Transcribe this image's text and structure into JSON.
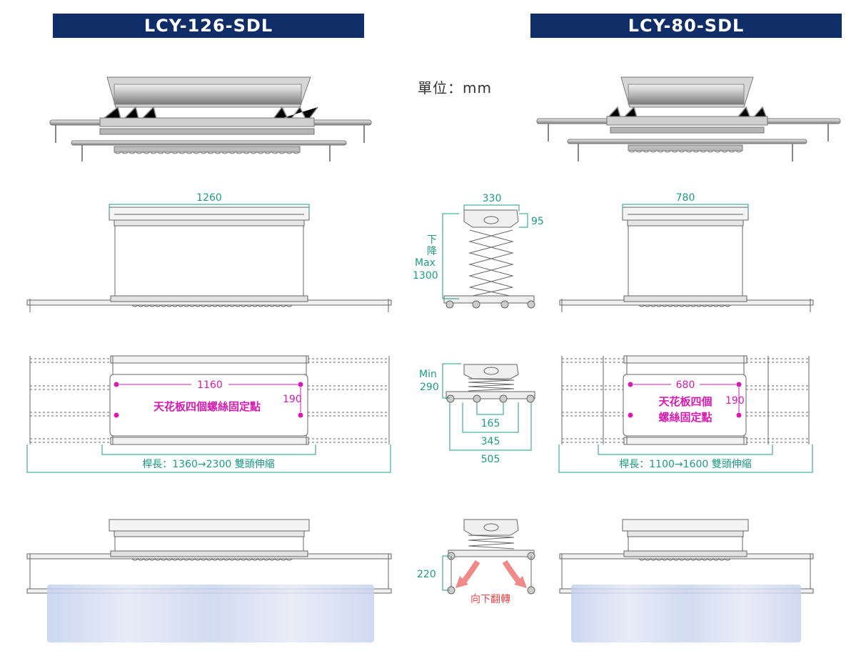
{
  "models": {
    "left": "LCY-126-SDL",
    "right": "LCY-80-SDL"
  },
  "unit_label": "單位：mm",
  "left_dims": {
    "width": "1260",
    "mount_width": "1160",
    "mount_depth": "190",
    "mount_label": "天花板四個螺絲固定點",
    "rod_length": "桿長：1360→2300 雙頭伸縮"
  },
  "right_dims": {
    "width": "780",
    "mount_width": "680",
    "mount_depth": "190",
    "mount_label_1": "天花板四個",
    "mount_label_2": "螺絲固定點",
    "rod_length": "桿長：1100→1600 雙頭伸縮"
  },
  "center_dims": {
    "top_width": "330",
    "top_height": "95",
    "drop_1": "下",
    "drop_2": "降",
    "drop_max": "Max",
    "drop_value": "1300",
    "min_label": "Min",
    "min_value": "290",
    "w165": "165",
    "w345": "345",
    "w505": "505",
    "flip_height": "220",
    "flip_label": "向下翻轉"
  },
  "colors": {
    "banner": "#0f2d66",
    "dimension": "#1e9b85",
    "mount_points": "#d81bb0",
    "flip_arrow": "#f08a8a"
  }
}
